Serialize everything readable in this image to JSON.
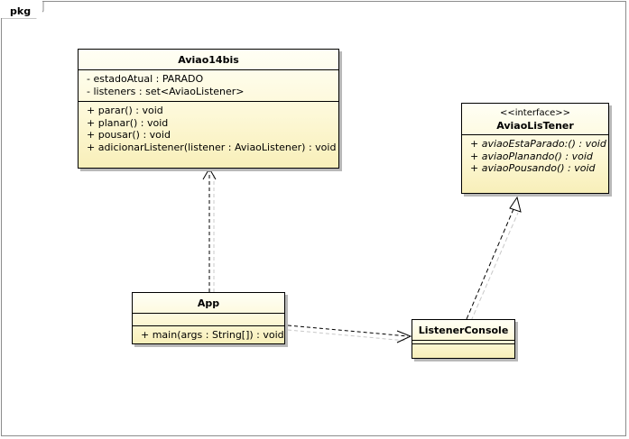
{
  "package": {
    "label": "pkg"
  },
  "classes": {
    "aviao14bis": {
      "name": "Aviao14bis",
      "attributes": [
        "- estadoAtual : PARADO",
        "- listeners : set<AviaoListener>"
      ],
      "operations": [
        "+ parar() : void",
        "+ planar() : void",
        "+ pousar() : void",
        "+ adicionarListener(listener : AviaoListener) : void"
      ]
    },
    "aviaoListener": {
      "stereotype": "<<interface>>",
      "name": "AviaoLisTener",
      "operations": [
        "+ aviaoEstaParado:() : void",
        "+ aviaoPlanando() : void",
        "+ aviaoPousando() : void"
      ]
    },
    "app": {
      "name": "App",
      "operations": [
        "+ main(args : String[]) : void"
      ]
    },
    "listenerConsole": {
      "name": "ListenerConsole"
    }
  },
  "relations": [
    {
      "type": "dependency",
      "from": "App",
      "to": "Aviao14bis"
    },
    {
      "type": "dependency",
      "from": "App",
      "to": "ListenerConsole"
    },
    {
      "type": "realization",
      "from": "ListenerConsole",
      "to": "AviaoLisTener"
    }
  ]
}
